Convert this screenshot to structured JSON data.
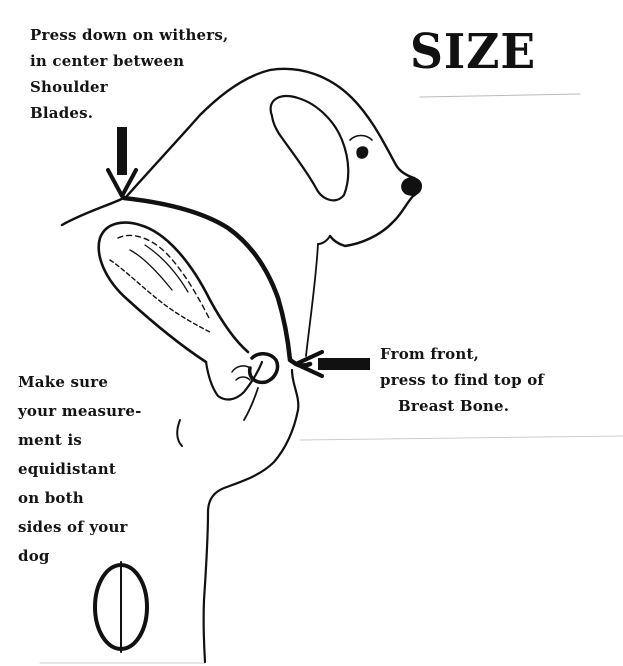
{
  "title": "SIZE",
  "withers_instruction": {
    "lines": [
      "Press down on withers,",
      "in center between",
      "Shoulder",
      "Blades."
    ]
  },
  "breastbone_instruction": {
    "lines": [
      "From front,",
      "press to find top of",
      "Breast Bone."
    ]
  },
  "equidistant_instruction": {
    "lines": [
      "Make sure",
      "your measure-",
      "ment is",
      "equidistant",
      "on both",
      "sides of your",
      "dog"
    ]
  },
  "colors": {
    "ink": "#111111",
    "background": "#ffffff"
  }
}
